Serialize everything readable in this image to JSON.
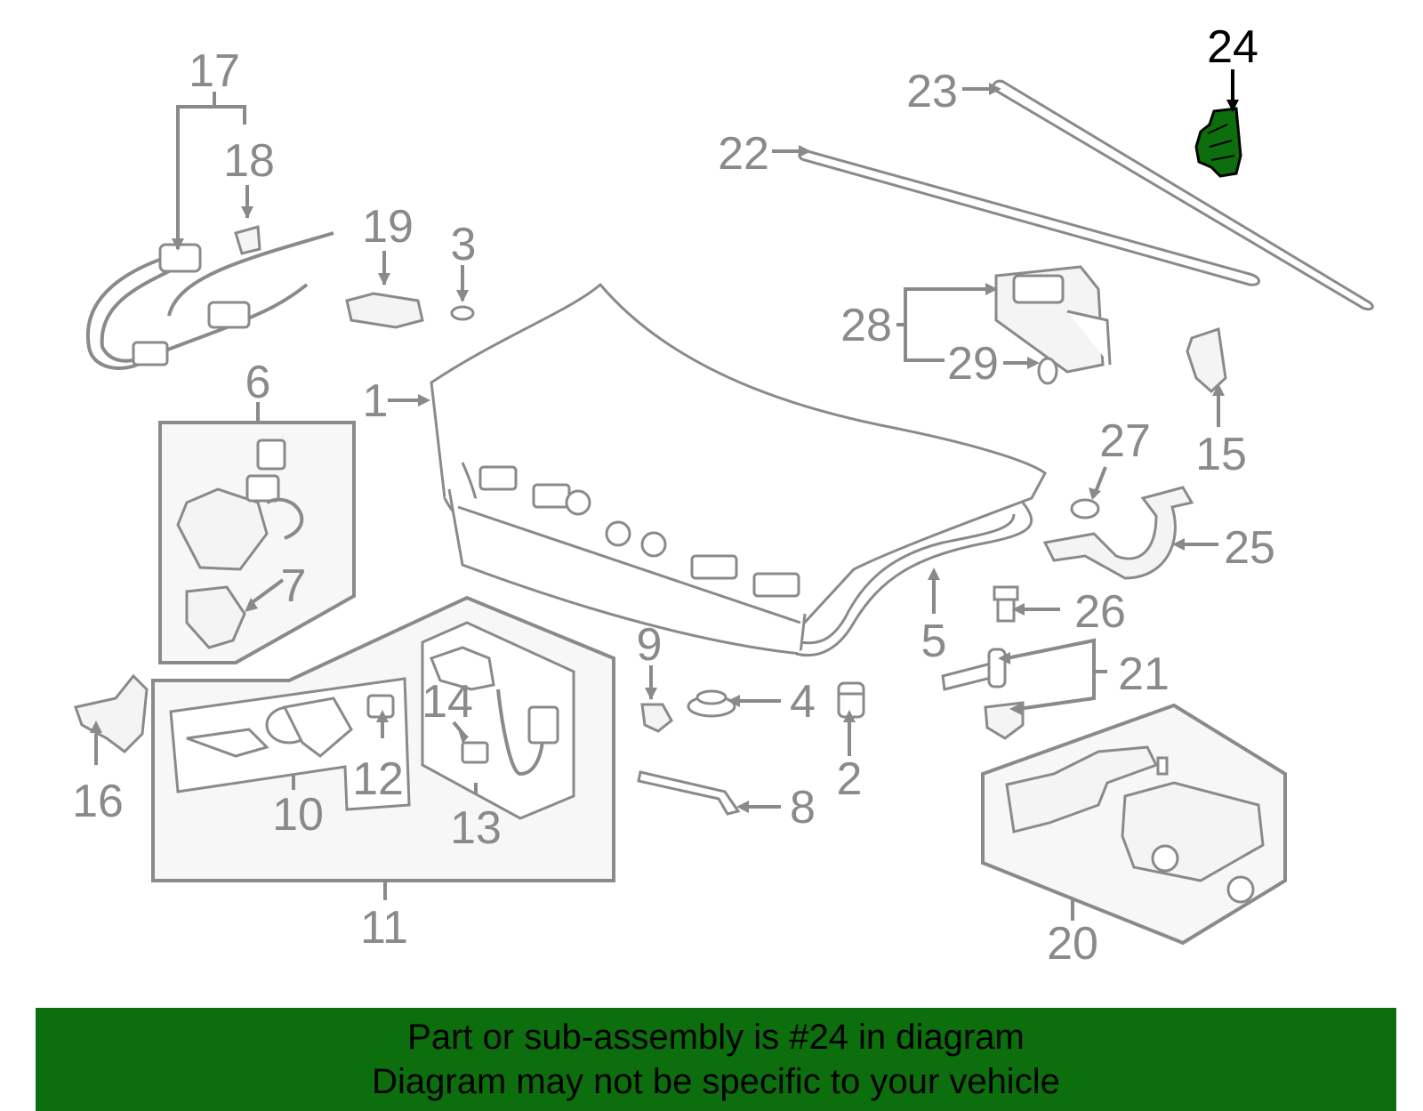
{
  "labels": {
    "p1": "1",
    "p2": "2",
    "p3": "3",
    "p4": "4",
    "p5": "5",
    "p6": "6",
    "p7": "7",
    "p8": "8",
    "p9": "9",
    "p10": "10",
    "p11": "11",
    "p12": "12",
    "p13": "13",
    "p14": "14",
    "p15": "15",
    "p16": "16",
    "p17": "17",
    "p18": "18",
    "p19": "19",
    "p20": "20",
    "p21": "21",
    "p22": "22",
    "p23": "23",
    "p24": "24",
    "p25": "25",
    "p26": "26",
    "p27": "27",
    "p28": "28",
    "p29": "29"
  },
  "highlight": {
    "part_number": "24",
    "color": "#0c6e0c"
  },
  "banner": {
    "line1": "Part or sub-assembly is #24 in diagram",
    "line2": "Diagram may not be specific to your vehicle",
    "background": "#0c6e0c"
  }
}
